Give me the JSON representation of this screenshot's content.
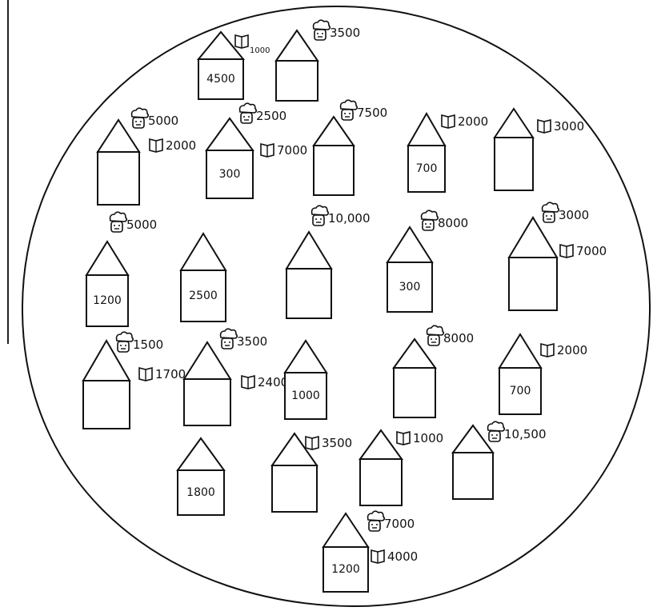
{
  "houses": [
    {
      "house_value": "4500",
      "chef_value": "",
      "book_value": "1000"
    },
    {
      "house_value": "",
      "chef_value": "3500",
      "book_value": ""
    },
    {
      "house_value": "",
      "chef_value": "5000",
      "book_value": "2000"
    },
    {
      "house_value": "300",
      "chef_value": "2500",
      "book_value": "7000"
    },
    {
      "house_value": "",
      "chef_value": "7500",
      "book_value": ""
    },
    {
      "house_value": "700",
      "chef_value": "",
      "book_value": "2000"
    },
    {
      "house_value": "",
      "chef_value": "",
      "book_value": "3000"
    },
    {
      "house_value": "1200",
      "chef_value": "5000",
      "book_value": ""
    },
    {
      "house_value": "2500",
      "chef_value": "",
      "book_value": ""
    },
    {
      "house_value": "",
      "chef_value": "10,000",
      "book_value": ""
    },
    {
      "house_value": "300",
      "chef_value": "8000",
      "book_value": ""
    },
    {
      "house_value": "",
      "chef_value": "3000",
      "book_value": "7000"
    },
    {
      "house_value": "",
      "chef_value": "1500",
      "book_value": "1700"
    },
    {
      "house_value": "",
      "chef_value": "3500",
      "book_value": "2400"
    },
    {
      "house_value": "1000",
      "chef_value": "",
      "book_value": ""
    },
    {
      "house_value": "",
      "chef_value": "8000",
      "book_value": ""
    },
    {
      "house_value": "700",
      "chef_value": "",
      "book_value": "2000"
    },
    {
      "house_value": "1800",
      "chef_value": "",
      "book_value": ""
    },
    {
      "house_value": "",
      "chef_value": "",
      "book_value": "3500"
    },
    {
      "house_value": "",
      "chef_value": "",
      "book_value": "1000"
    },
    {
      "house_value": "",
      "chef_value": "10,500",
      "book_value": ""
    },
    {
      "house_value": "1200",
      "chef_value": "7000",
      "book_value": "4000"
    }
  ]
}
